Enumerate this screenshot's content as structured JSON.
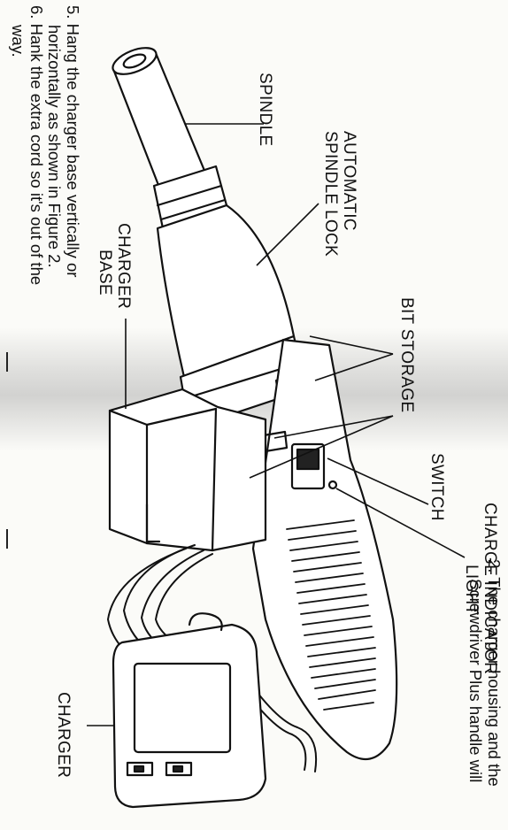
{
  "steps_left": [
    {
      "number": "5.",
      "lines": [
        "Hang the charger base vertically or",
        "horizontally as shown in Figure 2."
      ]
    },
    {
      "number": "6.",
      "lines": [
        "Hank the extra cord so it's out of the",
        "way."
      ]
    }
  ],
  "step_right": {
    "number": "2.",
    "lines": [
      "The charger housing and the",
      "Screwdriver Plus handle will"
    ]
  },
  "labels": {
    "spindle": "SPINDLE",
    "automatic_spindle_lock": [
      "AUTOMATIC",
      "SPINDLE LOCK"
    ],
    "charger_base": [
      "CHARGER",
      "BASE"
    ],
    "bit_storage": "BIT STORAGE",
    "switch": "SWITCH",
    "charge_indicator_light": [
      "CHARGE INDICATOR",
      "LIGHT"
    ],
    "charger": "CHARGER"
  }
}
